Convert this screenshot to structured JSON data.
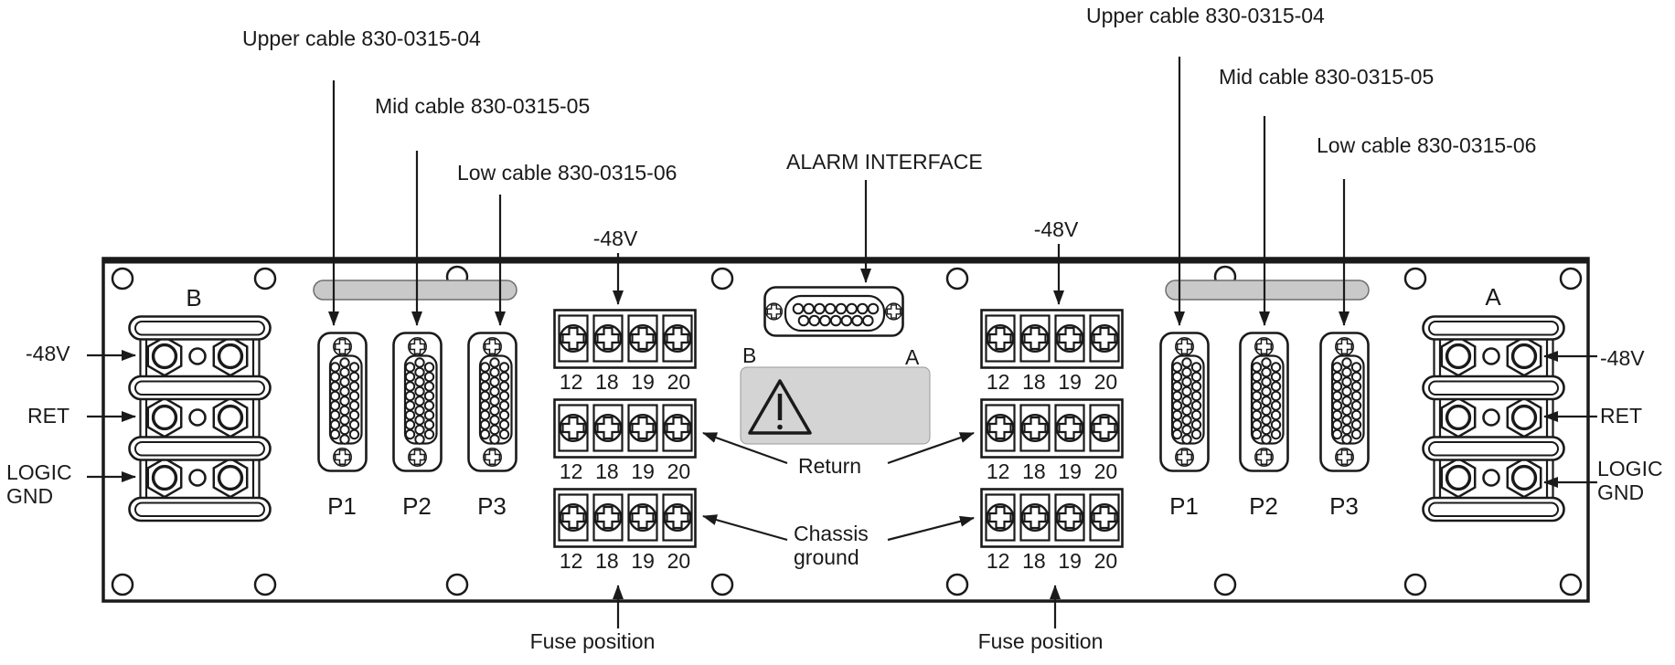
{
  "labels": {
    "upper_cable": "Upper cable 830-0315-04",
    "mid_cable": "Mid cable 830-0315-05",
    "low_cable": "Low cable 830-0315-06",
    "alarm_interface": "ALARM INTERFACE",
    "neg48v": "-48V",
    "ret": "RET",
    "logic_gnd": "LOGIC\nGND",
    "return": "Return",
    "chassis_ground": "Chassis\nground",
    "fuse_position": "Fuse position",
    "feed_b": "B",
    "feed_a": "A",
    "p1": "P1",
    "p2": "P2",
    "p3": "P3",
    "fuse_numbers": [
      "12",
      "18",
      "19",
      "20"
    ]
  },
  "colors": {
    "line": "#1a1a1a",
    "cable_bar_fill": "#c9c9c9",
    "warning_fill": "#d4d4d4"
  }
}
